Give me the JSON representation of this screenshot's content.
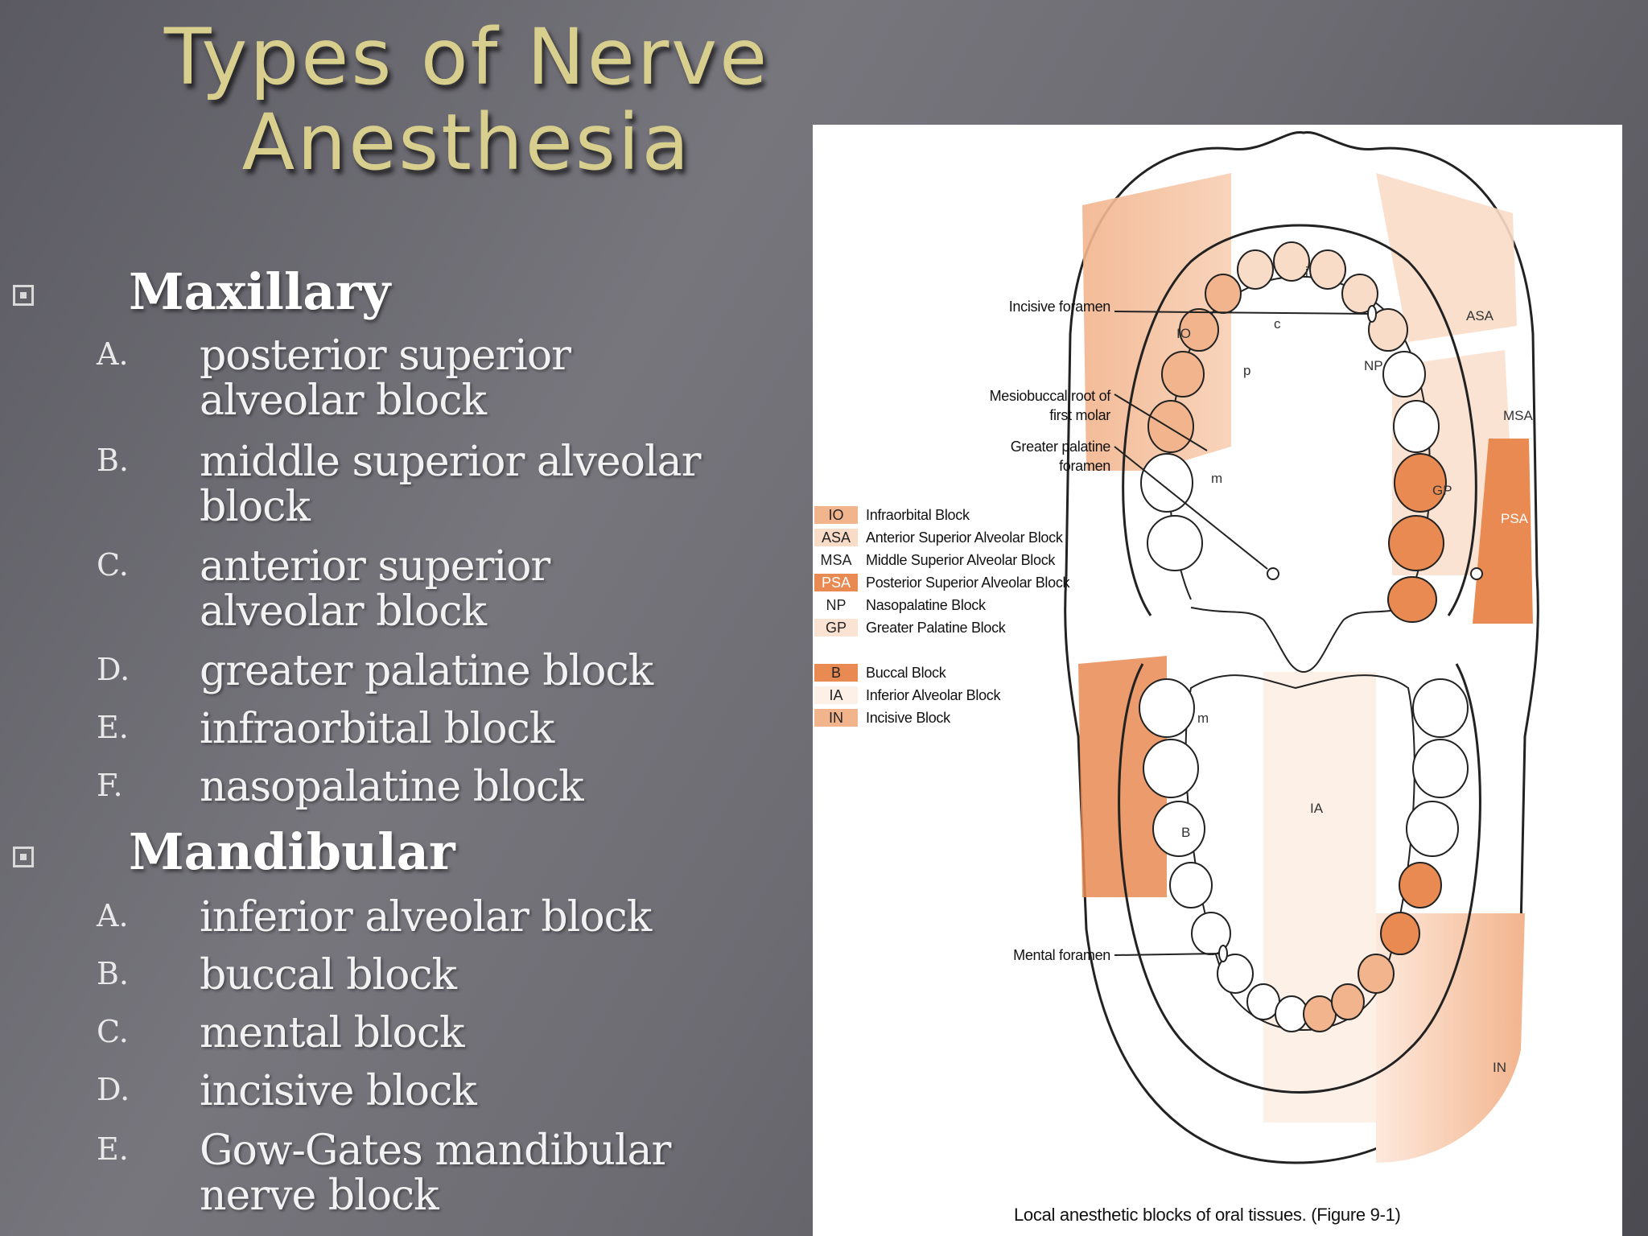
{
  "slide": {
    "title": "Types of Nerve Anesthesia",
    "sections": [
      {
        "heading": "Maxillary",
        "items": [
          {
            "letter": "A.",
            "text": "posterior superior alveolar block"
          },
          {
            "letter": "B.",
            "text": "middle superior alveolar block"
          },
          {
            "letter": "C.",
            "text": "anterior superior alveolar block"
          },
          {
            "letter": "D.",
            "text": "greater palatine block"
          },
          {
            "letter": "E.",
            "text": "infraorbital block"
          },
          {
            "letter": "F.",
            "text": "nasopalatine block"
          }
        ]
      },
      {
        "heading": "Mandibular",
        "items": [
          {
            "letter": "A.",
            "text": "inferior alveolar block"
          },
          {
            "letter": "B.",
            "text": "buccal block"
          },
          {
            "letter": "C.",
            "text": "mental block"
          },
          {
            "letter": "D.",
            "text": "incisive block"
          },
          {
            "letter": "E.",
            "text": "Gow-Gates mandibular nerve block"
          }
        ]
      }
    ]
  },
  "figure": {
    "caption": "Local anesthetic blocks of oral tissues. (Figure 9-1)",
    "labels": {
      "incisive_foramen": "Incisive foramen",
      "mesiobuccal_root": "Mesiobuccal root of first molar",
      "greater_palatine": "Greater palatine foramen",
      "mental_foramen": "Mental foramen"
    },
    "legend": [
      {
        "code": "IO",
        "text": "Infraorbital Block",
        "color": "#f2b48d"
      },
      {
        "code": "ASA",
        "text": "Anterior Superior Alveolar Block",
        "color": "#f9dcc8"
      },
      {
        "code": "MSA",
        "text": "Middle Superior Alveolar Block",
        "color": "#ffffff"
      },
      {
        "code": "PSA",
        "text": "Posterior Superior Alveolar Block",
        "color": "#e88a52"
      },
      {
        "code": "NP",
        "text": "Nasopalatine Block",
        "color": "#ffffff"
      },
      {
        "code": "GP",
        "text": "Greater Palatine Block",
        "color": "#fbe3d3"
      },
      {
        "code": "B",
        "text": "Buccal Block",
        "color": "#e88a52"
      },
      {
        "code": "IA",
        "text": "Inferior Alveolar Block",
        "color": "#fdf0e7"
      },
      {
        "code": "IN",
        "text": "Incisive Block",
        "color": "#f2b48d"
      }
    ],
    "zones": {
      "io": "IO",
      "asa": "ASA",
      "np": "NP",
      "msa": "MSA",
      "gp": "GP",
      "psa": "PSA",
      "ia": "IA",
      "b": "B",
      "in": "IN"
    },
    "tooth_labels": {
      "i": "i",
      "c": "c",
      "p": "p",
      "m": "m"
    }
  }
}
